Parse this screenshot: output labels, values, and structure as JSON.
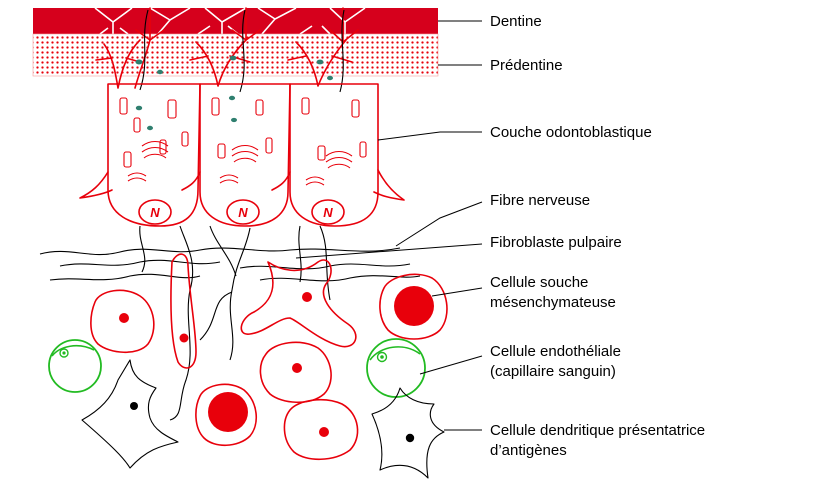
{
  "labels": [
    {
      "id": "dentine",
      "text": "Dentine"
    },
    {
      "id": "predentine",
      "text": "Prédentine"
    },
    {
      "id": "couche-odontoblastique",
      "text": "Couche odontoblastique"
    },
    {
      "id": "fibre-nerveuse",
      "text": "Fibre nerveuse"
    },
    {
      "id": "fibroblaste-pulpaire",
      "text": "Fibroblaste pulpaire"
    },
    {
      "id": "cellule-souche-1",
      "text": "Cellule souche"
    },
    {
      "id": "cellule-souche-2",
      "text": "mésenchymateuse"
    },
    {
      "id": "cellule-endotheliale-1",
      "text": "Cellule endothéliale"
    },
    {
      "id": "cellule-endotheliale-2",
      "text": "(capillaire sanguin)"
    },
    {
      "id": "cellule-dendritique-1",
      "text": "Cellule dendritique présentatrice"
    },
    {
      "id": "cellule-dendritique-2",
      "text": "d’antigènes"
    }
  ],
  "nucleus_letter": "N",
  "colors": {
    "dentine": "#d6001c",
    "predentine_dots": "#e8000b",
    "cell_outline": "#e8000b",
    "endothelial": "#22bb22",
    "dendritic": "#000000",
    "granules": "#2f7f6f",
    "label_text": "#000000"
  }
}
